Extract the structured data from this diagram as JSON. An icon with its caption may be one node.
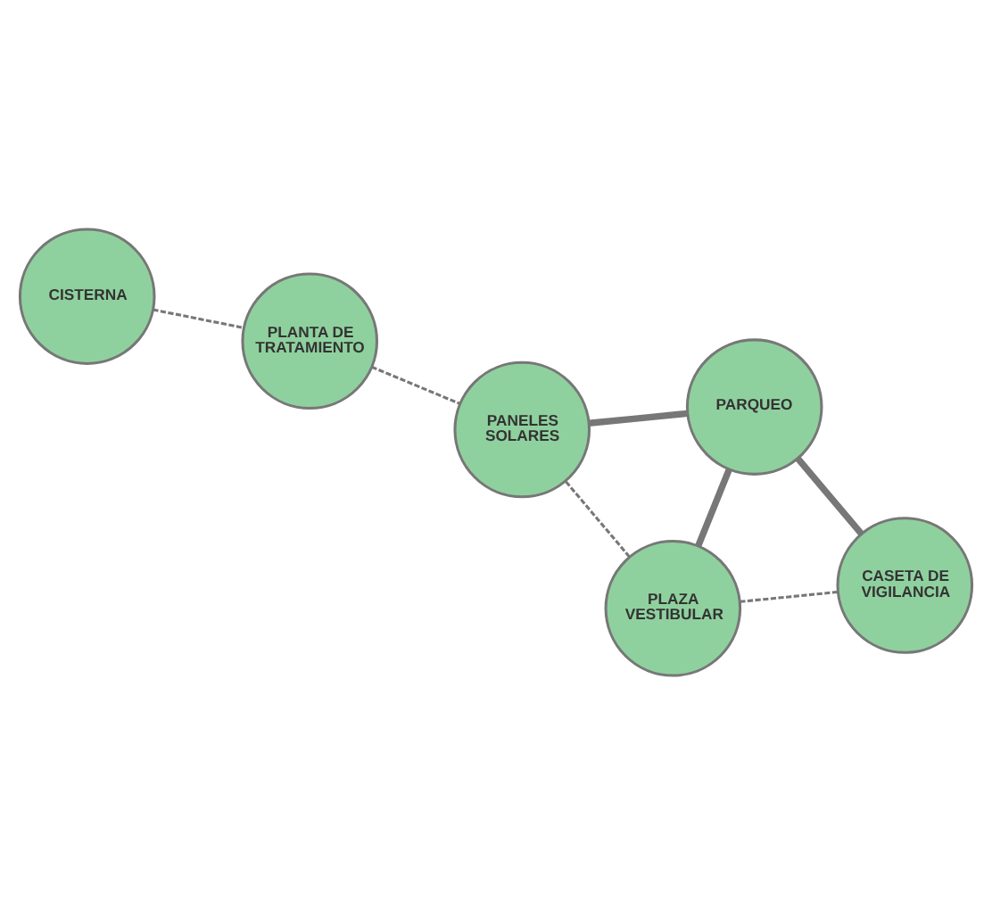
{
  "diagram": {
    "nodes": [
      {
        "text": [
          "CISTERNA"
        ]
      },
      {
        "text": [
          "CASETA DE VIGILANCIA"
        ]
      },
      {
        "text": [
          "PLAZA VESTIBULAR"
        ]
      },
      {
        "text": [
          "PLANTA DE TRATAMIENTO"
        ]
      },
      {
        "text": [
          "PARQUEO"
        ]
      },
      {
        "text": [
          "PANELES SOLARES"
        ]
      }
    ],
    "edges": [
      {
        "from": 0,
        "to": 3,
        "arrow": "none",
        "style": "dashed"
      },
      {
        "from": 2,
        "to": 1,
        "arrow": "none",
        "style": "dashed"
      },
      {
        "from": 1,
        "to": 4,
        "arrow": "none",
        "style": "thick"
      },
      {
        "from": 2,
        "to": 4,
        "arrow": "none",
        "style": "thick"
      },
      {
        "from": 2,
        "to": 5,
        "arrow": "none",
        "style": "dashed"
      },
      {
        "from": 3,
        "to": 5,
        "arrow": "none",
        "style": "dashed"
      },
      {
        "from": 5,
        "to": 4,
        "arrow": "none",
        "style": "thick"
      }
    ]
  }
}
